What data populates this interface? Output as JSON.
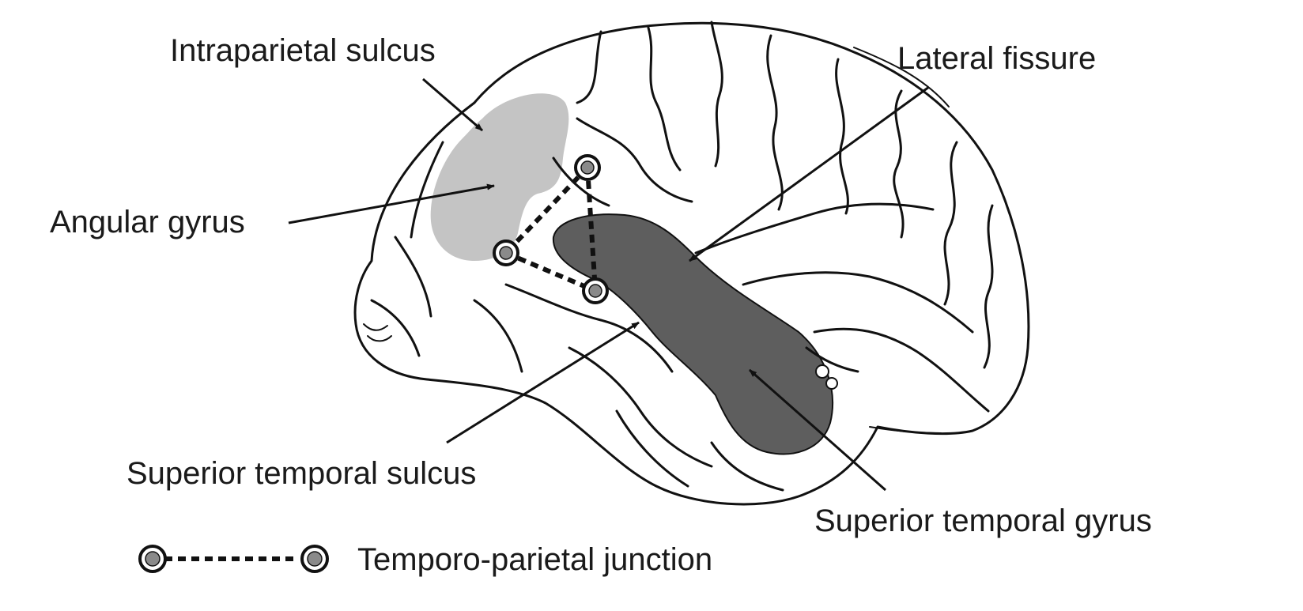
{
  "labels": {
    "intraparietal_sulcus": "Intraparietal sulcus",
    "angular_gyrus": "Angular gyrus",
    "lateral_fissure": "Lateral fissure",
    "superior_temporal_sulcus": "Superior temporal sulcus",
    "superior_temporal_gyrus": "Superior temporal gyrus"
  },
  "legend": {
    "tpj_label": "Temporo-parietal junction"
  },
  "colors": {
    "angular_gyrus_fill": "#c4c4c4",
    "superior_temporal_gyrus_fill": "#5e5e5e",
    "tpj_marker_fill": "#8a8a8a",
    "outline": "#111111",
    "background": "#ffffff"
  }
}
